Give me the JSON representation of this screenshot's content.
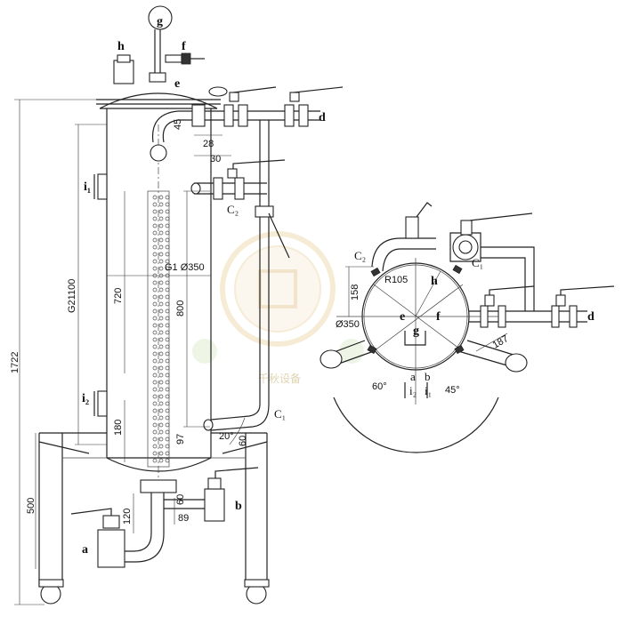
{
  "labels": {
    "g_top": "g",
    "h_top": "h",
    "f_top": "f",
    "e_top": "e",
    "d_side": "d",
    "i1_side": "i₁",
    "i2_side": "i₂",
    "c2_side": "C₂",
    "c1_side": "C₁",
    "b_side": "b",
    "a_side": "a",
    "c2_plan": "C₂",
    "c1_plan": "C₁",
    "h_plan": "h",
    "e_plan": "e",
    "f_plan": "f",
    "g_plan": "g",
    "d_plan": "d",
    "a_plan": "a",
    "b_plan": "b",
    "i2_plan": "i₂",
    "i1_plan": "i₁"
  },
  "dimensions": {
    "overall_height": "1722",
    "shell_height": "G21100",
    "dia_350_side": "G1 Ø350",
    "d720": "720",
    "d800": "800",
    "d180": "180",
    "d97": "97",
    "d500": "500",
    "d120": "120",
    "d60_bottom": "60",
    "d89": "89",
    "d45": "45",
    "d28": "28",
    "d30": "30",
    "angle_20": "20°",
    "d60_leg": "60",
    "plan_dia": "Ø350",
    "plan_r105": "R105",
    "plan_158": "158",
    "plan_187": "187",
    "plan_60deg": "60°",
    "plan_45deg": "45°"
  },
  "watermark": "千秋设备"
}
